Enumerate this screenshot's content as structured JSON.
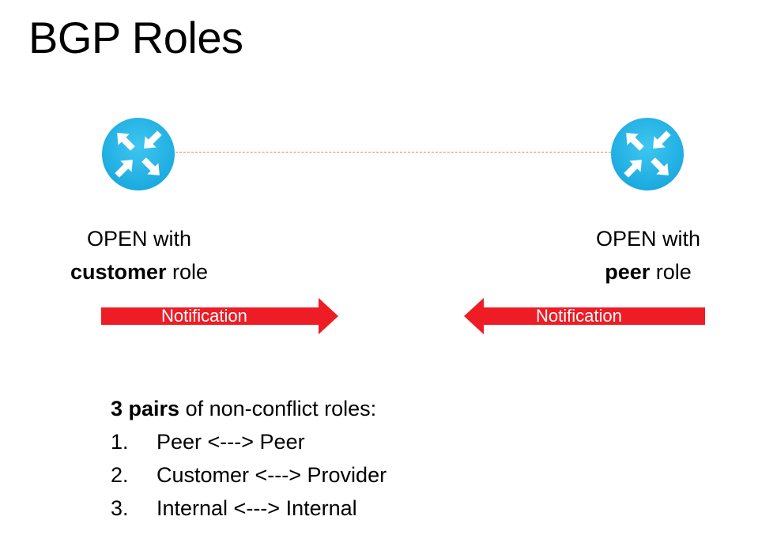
{
  "title": "BGP Roles",
  "left_router": {
    "icon": "router-icon",
    "label_line1": "OPEN with",
    "label_role": "customer",
    "label_suffix": " role"
  },
  "right_router": {
    "icon": "router-icon",
    "label_line1": "OPEN with",
    "label_role": "peer",
    "label_suffix": " role"
  },
  "notifications": {
    "left": "Notification",
    "right": "Notification"
  },
  "pairs": {
    "heading_bold": "3 pairs",
    "heading_rest": " of non-conflict roles:",
    "items": [
      {
        "num": "1.",
        "text": "Peer <---> Peer"
      },
      {
        "num": "2.",
        "text": "Customer <---> Provider"
      },
      {
        "num": "3.",
        "text": "Internal <---> Internal"
      }
    ]
  },
  "colors": {
    "router_fill": "#1ab4e8",
    "link_line": "#e8834a",
    "notification_arrow": "#ee1c25"
  }
}
